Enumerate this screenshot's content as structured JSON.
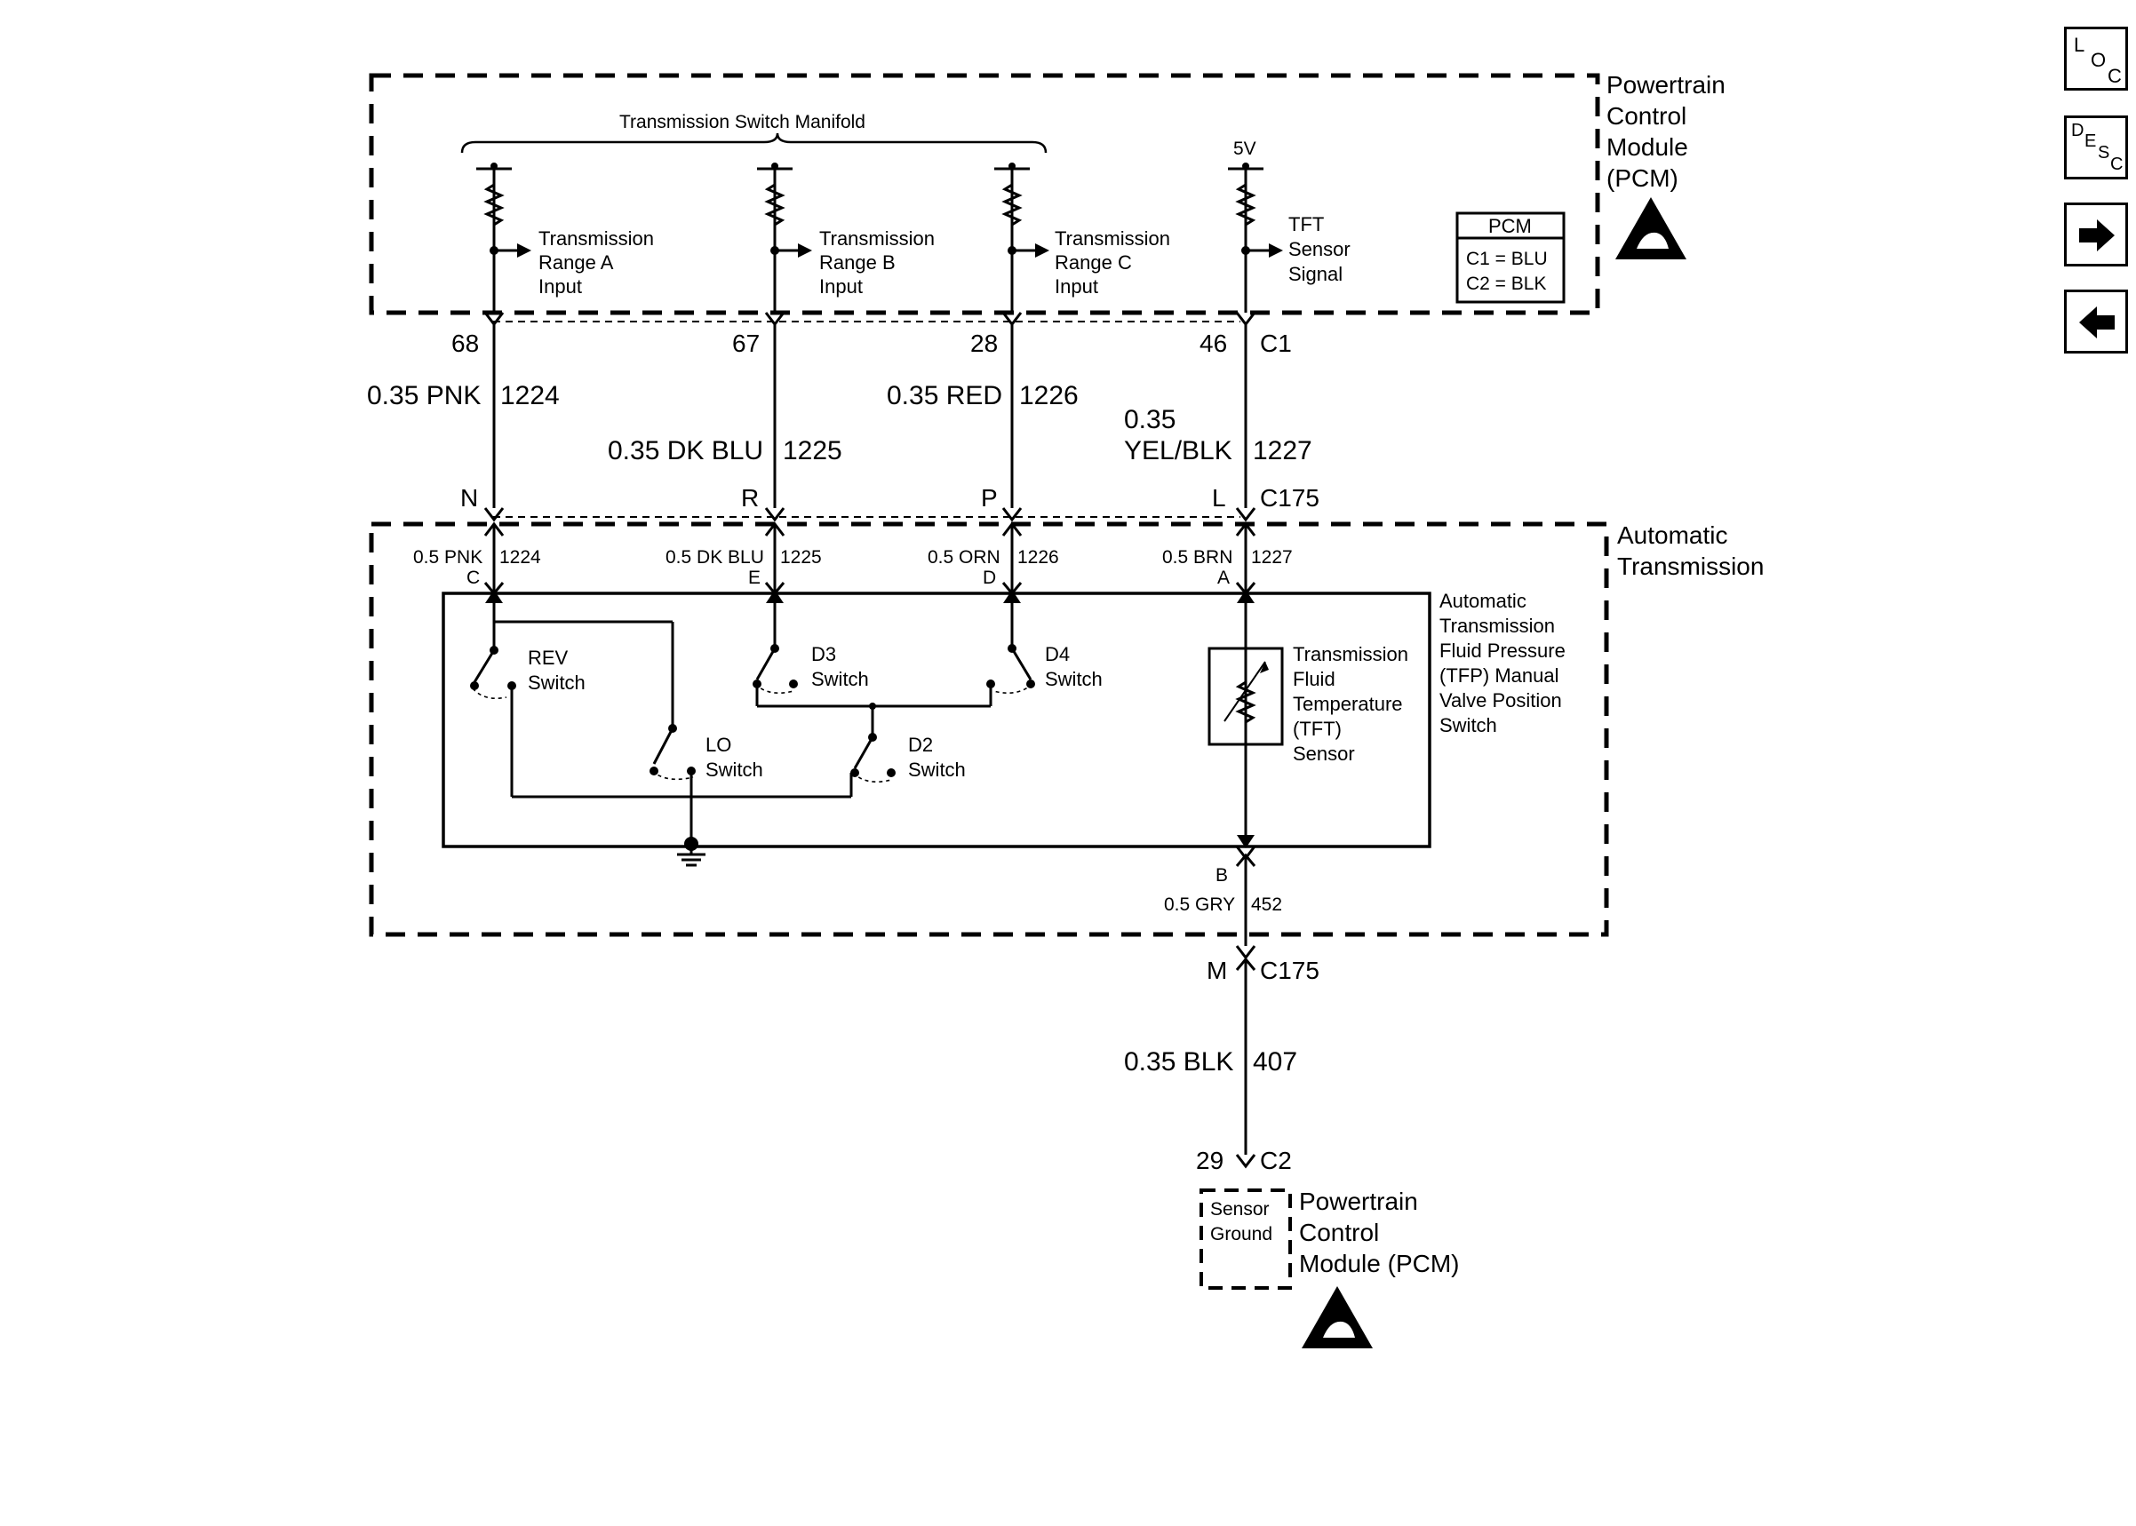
{
  "diagram": {
    "pcm_top": {
      "title_line1": "Powertrain",
      "title_line2": "Control",
      "title_line3": "Module",
      "title_line4": "(PCM)"
    },
    "manifold_label": "Transmission Switch Manifold",
    "inputs": [
      {
        "line1": "Transmission",
        "line2": "Range A",
        "line3": "Input"
      },
      {
        "line1": "Transmission",
        "line2": "Range B",
        "line3": "Input"
      },
      {
        "line1": "Transmission",
        "line2": "Range C",
        "line3": "Input"
      }
    ],
    "tft_signal": {
      "line1": "TFT",
      "line2": "Sensor",
      "line3": "Signal",
      "supply": "5V"
    },
    "connector_legend": {
      "title": "PCM",
      "c1": "C1 = BLU",
      "c2": "C2 = BLK"
    },
    "pcm_pins": [
      "68",
      "67",
      "28",
      "46"
    ],
    "c1_label": "C1",
    "wires_top": [
      {
        "gauge_color": "0.35 PNK",
        "circuit": "1224"
      },
      {
        "gauge_color": "0.35 DK BLU",
        "circuit": "1225"
      },
      {
        "gauge_color": "0.35 RED",
        "circuit": "1226"
      },
      {
        "gauge_line1": "0.35",
        "gauge_line2": "YEL/BLK",
        "circuit": "1227"
      }
    ],
    "c175_pins_top": [
      "N",
      "R",
      "P",
      "L"
    ],
    "c175_label": "C175",
    "trans_title_line1": "Automatic",
    "trans_title_line2": "Transmission",
    "wires_trans": [
      {
        "gauge_color": "0.5 PNK",
        "circuit": "1224",
        "pin": "C"
      },
      {
        "gauge_color": "0.5 DK BLU",
        "circuit": "1225",
        "pin": "E"
      },
      {
        "gauge_color": "0.5 ORN",
        "circuit": "1226",
        "pin": "D"
      },
      {
        "gauge_color": "0.5 BRN",
        "circuit": "1227",
        "pin": "A"
      }
    ],
    "switches": {
      "rev_line1": "REV",
      "rev_line2": "Switch",
      "d3_line1": "D3",
      "d3_line2": "Switch",
      "d4_line1": "D4",
      "d4_line2": "Switch",
      "lo_line1": "LO",
      "lo_line2": "Switch",
      "d2_line1": "D2",
      "d2_line2": "Switch"
    },
    "tft_sensor": {
      "line1": "Transmission",
      "line2": "Fluid",
      "line3": "Temperature",
      "line4": "(TFT)",
      "line5": "Sensor"
    },
    "tfp_switch": {
      "line1": "Automatic",
      "line2": "Transmission",
      "line3": "Fluid Pressure",
      "line4": "(TFP) Manual",
      "line5": "Valve Position",
      "line6": "Switch"
    },
    "ground_wire_trans": {
      "pin": "B",
      "gauge_color": "0.5 GRY",
      "circuit": "452"
    },
    "c175_bottom": {
      "pin": "M",
      "label": "C175"
    },
    "ground_wire": {
      "gauge_color": "0.35 BLK",
      "circuit": "407"
    },
    "pcm_bottom_pin": {
      "pin": "29",
      "connector": "C2"
    },
    "sensor_ground": {
      "line1": "Sensor",
      "line2": "Ground"
    },
    "pcm_bottom": {
      "title_line1": "Powertrain",
      "title_line2": "Control",
      "title_line3": "Module (PCM)"
    }
  },
  "nav": {
    "loc": {
      "l1": "L",
      "l2": "O",
      "l3": "C"
    },
    "desc": {
      "l1": "D",
      "l2": "E",
      "l3": "S",
      "l4": "C"
    },
    "next_icon": "right-arrow-icon",
    "prev_icon": "left-arrow-icon"
  }
}
